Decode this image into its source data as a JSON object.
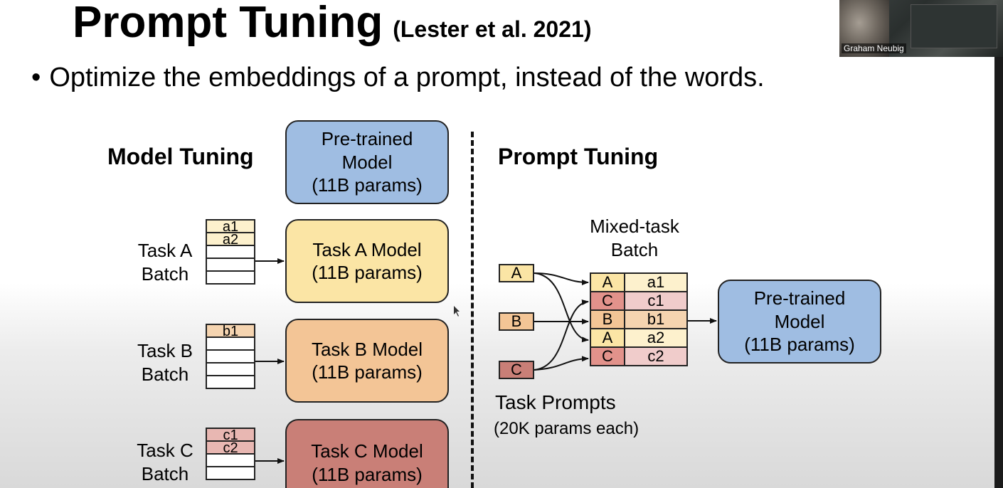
{
  "slide": {
    "title": "Prompt Tuning",
    "citation": "(Lester et al. 2021)",
    "bullet": "Optimize the embeddings of a prompt, instead of the words."
  },
  "video": {
    "speaker_name": "Graham Neubig"
  },
  "model_tuning": {
    "heading": "Model Tuning",
    "pretrained": {
      "line1": "Pre-trained",
      "line2": "Model",
      "line3": "(11B params)"
    },
    "tasks": [
      {
        "label1": "Task A",
        "label2": "Batch",
        "cells": [
          "a1",
          "a2",
          "",
          "",
          ""
        ],
        "model1": "Task A Model",
        "model2": "(11B params)"
      },
      {
        "label1": "Task B",
        "label2": "Batch",
        "cells": [
          "b1",
          "",
          "",
          "",
          ""
        ],
        "model1": "Task B Model",
        "model2": "(11B params)"
      },
      {
        "label1": "Task C",
        "label2": "Batch",
        "cells": [
          "c1",
          "c2",
          "",
          "",
          ""
        ],
        "model1": "Task C Model",
        "model2": "(11B params)"
      }
    ]
  },
  "prompt_tuning": {
    "heading": "Prompt Tuning",
    "mixed_label1": "Mixed-task",
    "mixed_label2": "Batch",
    "prompts": [
      "A",
      "B",
      "C"
    ],
    "mixed_rows": [
      {
        "task": "A",
        "example": "a1"
      },
      {
        "task": "C",
        "example": "c1"
      },
      {
        "task": "B",
        "example": "b1"
      },
      {
        "task": "A",
        "example": "a2"
      },
      {
        "task": "C",
        "example": "c2"
      }
    ],
    "prompts_label": "Task Prompts",
    "prompts_sublabel": "(20K params each)",
    "pretrained": {
      "line1": "Pre-trained",
      "line2": "Model",
      "line3": "(11B params)"
    }
  },
  "colors": {
    "blue": "#9fbde2",
    "task_a": "#fbe5a5",
    "task_b": "#f3c596",
    "task_c": "#c97f77",
    "task_a_light": "#fdf1cd",
    "task_b_light": "#f5d4b0",
    "task_c_light": "#e8b7b2",
    "row_c_key": "#e2928b"
  }
}
